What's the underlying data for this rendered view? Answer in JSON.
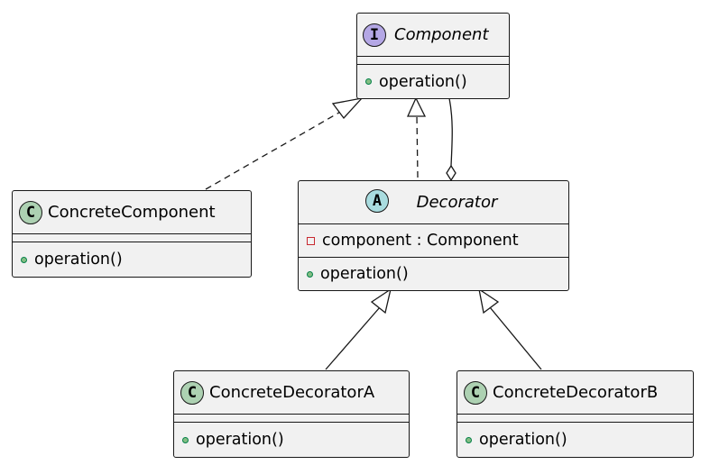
{
  "colors": {
    "box_fill": "#f1f1f1",
    "border": "#181818",
    "interface_badge": "#b4a7e5",
    "abstract_badge": "#a9dcdf",
    "class_badge": "#add1b2",
    "public_marker": "#84be84",
    "private_marker": "#c82930"
  },
  "diagram": {
    "classes": {
      "component": {
        "badge": "I",
        "name": "Component",
        "kind": "interface",
        "methods": [
          "operation()"
        ]
      },
      "concrete_component": {
        "badge": "C",
        "name": "ConcreteComponent",
        "kind": "class",
        "methods": [
          "operation()"
        ]
      },
      "decorator": {
        "badge": "A",
        "name": "Decorator",
        "kind": "abstract",
        "fields": [
          "component : Component"
        ],
        "methods": [
          "operation()"
        ]
      },
      "concrete_decorator_a": {
        "badge": "C",
        "name": "ConcreteDecoratorA",
        "kind": "class",
        "methods": [
          "operation()"
        ]
      },
      "concrete_decorator_b": {
        "badge": "C",
        "name": "ConcreteDecoratorB",
        "kind": "class",
        "methods": [
          "operation()"
        ]
      }
    },
    "relations": [
      {
        "from": "ConcreteComponent",
        "to": "Component",
        "type": "realization"
      },
      {
        "from": "Decorator",
        "to": "Component",
        "type": "realization"
      },
      {
        "from": "Decorator",
        "to": "Component",
        "type": "aggregation"
      },
      {
        "from": "ConcreteDecoratorA",
        "to": "Decorator",
        "type": "inheritance"
      },
      {
        "from": "ConcreteDecoratorB",
        "to": "Decorator",
        "type": "inheritance"
      }
    ]
  }
}
